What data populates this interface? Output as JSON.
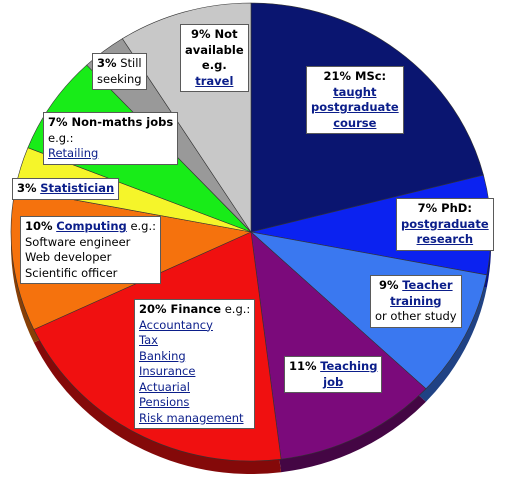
{
  "chart_data": {
    "type": "pie",
    "slices": [
      {
        "label": "MSc: taught postgraduate course",
        "value": 21,
        "color": "#0a1570"
      },
      {
        "label": "PhD: postgraduate research",
        "value": 7,
        "color": "#0b22f0"
      },
      {
        "label": "Teacher training or other study",
        "value": 9,
        "color": "#3a78f0"
      },
      {
        "label": "Teaching job",
        "value": 11,
        "color": "#7b0a7b"
      },
      {
        "label": "Finance",
        "value": 20,
        "color": "#f01010"
      },
      {
        "label": "Computing",
        "value": 10,
        "color": "#f5720d"
      },
      {
        "label": "Statistician",
        "value": 3,
        "color": "#f5f52a"
      },
      {
        "label": "Non-maths jobs",
        "value": 7,
        "color": "#18ec18"
      },
      {
        "label": "Still seeking",
        "value": 3,
        "color": "#999999"
      },
      {
        "label": "Not available",
        "value": 9,
        "color": "#c8c8c8"
      }
    ]
  },
  "labels": {
    "msc": {
      "pct": "21% MSc:",
      "l1": "taught",
      "l2": "postgraduate",
      "l3": "course"
    },
    "phd": {
      "pct": "7% PhD:",
      "l1": "postgraduate",
      "l2": "research"
    },
    "teacher": {
      "pct": "9%",
      "link1": "Teacher",
      "link2": "training",
      "rest": "or other study"
    },
    "teaching": {
      "pct": "11%",
      "link1": "Teaching",
      "link2": "job"
    },
    "finance": {
      "pct": "20% Finance",
      "eg": "e.g.:",
      "items": [
        "Accountancy",
        "Tax",
        "Banking",
        "Insurance",
        "Actuarial",
        "Pensions",
        "Risk management"
      ]
    },
    "computing": {
      "pct": "10%",
      "link": "Computing",
      "eg": "e.g.:",
      "items": [
        "Software engineer",
        "Web developer",
        "Scientific officer"
      ]
    },
    "statistician": {
      "pct": "3%",
      "link": "Statistician"
    },
    "nonmaths": {
      "pct": "7% Non-maths jobs",
      "eg": "e.g.:",
      "link": "Retailing"
    },
    "seeking": {
      "pct": "3%",
      "l1": "Still",
      "l2": "seeking"
    },
    "notavail": {
      "pct1": "9% Not",
      "pct2": "available",
      "eg": "e.g.",
      "link": "travel"
    }
  }
}
